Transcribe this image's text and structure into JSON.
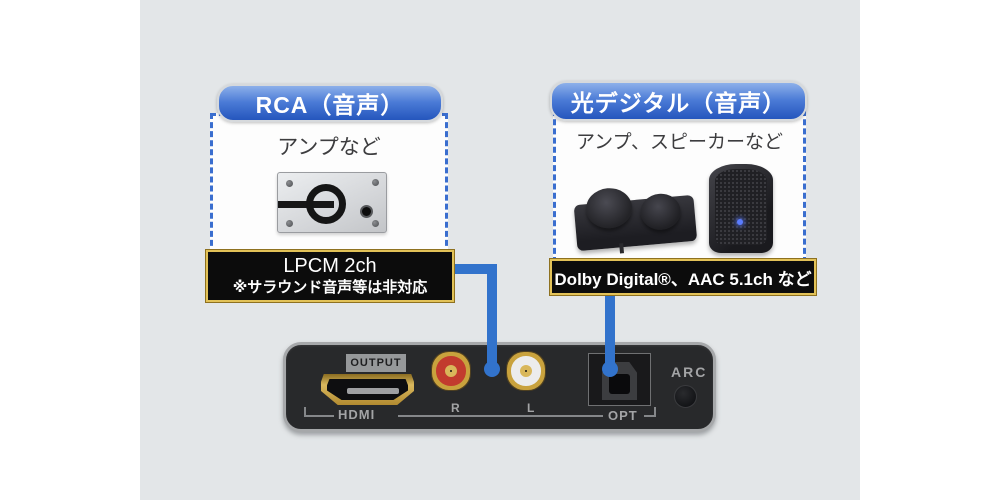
{
  "rca_panel": {
    "title": "RCA（音声）",
    "subtitle": "アンプなど",
    "format_line1": "LPCM 2ch",
    "format_line2": "※サラウンド音声等は非対応"
  },
  "optical_panel": {
    "title": "光デジタル（音声）",
    "subtitle": "アンプ、スピーカーなど",
    "format": "Dolby Digital®、AAC 5.1ch など"
  },
  "device": {
    "output_label": "OUTPUT",
    "hdmi_label": "HDMI",
    "right_jack_label": "R",
    "left_jack_label": "L",
    "optical_label": "OPT",
    "arc_label": "ARC"
  },
  "colors": {
    "accent_blue": "#3273cc",
    "dashed_border_blue": "#3a6ecf",
    "pill_gradient_top": "#8db0ea",
    "pill_gradient_bottom": "#2556bd",
    "label_background": "#0c0c0c",
    "label_border_gold": "#e2c258",
    "device_face": "#28292b",
    "rca_red": "#c23b2e",
    "rca_white": "#ececec",
    "connector_gold": "#c9a23d",
    "background_gray": "#e3e6e8"
  }
}
